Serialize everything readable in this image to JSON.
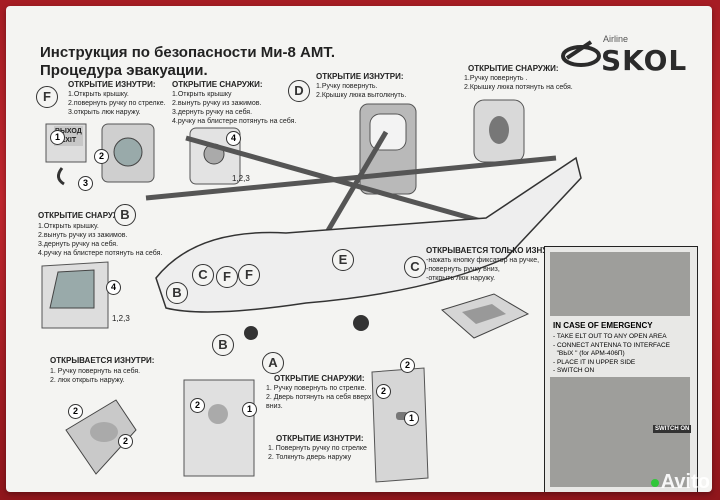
{
  "title": {
    "line1": "Инструкция по безопасности Ми-8 АМТ.",
    "line2": "Процедура эвакуации."
  },
  "logo": {
    "small": "Airline",
    "brand": "SKOL"
  },
  "panels": {
    "f": {
      "letter": "F",
      "header": "ОТКРЫТИЕ ИЗНУТРИ:",
      "text": "1.Открыть крышку.\n2.повернуть ручку по стрелке.\n3.открыть люк наружу.",
      "sign": "ВЫХОД\nEXIT",
      "nums": [
        "1",
        "2",
        "3"
      ]
    },
    "outside_f": {
      "header": "ОТКРЫТИЕ СНАРУЖИ:",
      "text": "1.Открыть крышку\n2.вынуть ручку из зажимов.\n3.дернуть ручку на себя.\n4.ручку на блистере потянуть на себя.",
      "nums": [
        "4",
        "1,2,3"
      ]
    },
    "d": {
      "letter": "D",
      "header": "ОТКРЫТИЕ ИЗНУТРИ:",
      "text": "1.Ручку повернуть.\n2.Крышку люка вытолкнуть."
    },
    "outside_d": {
      "header": "ОТКРЫТИЕ СНАРУЖИ:",
      "text": "1.Ручку повернуть .\n2.Крышку люка потянуть на себя."
    },
    "b": {
      "letter": "B",
      "header": "ОТКРЫТИЕ СНАРУЖИ:",
      "text": "1.Открыть крышку.\n2.вынуть ручку из зажимов.\n3.дернуть ручку на себя.\n4.ручку на блистере потянуть на себя.",
      "nums": [
        "4",
        "1,2,3"
      ]
    },
    "c": {
      "letter": "C",
      "header": "ОТКРЫВАЕТСЯ ТОЛЬКО ИЗНУТРИ:",
      "text": "-нажать кнопку фиксатор на ручке,\n-повернуть ручку вниз,\n-открыть люк наружу."
    },
    "inside_e": {
      "header": "ОТКРЫВАЕТСЯ ИЗНУТРИ:",
      "text": "1. Ручку повернуть на себя.\n2. люк открыть наружу.",
      "nums": [
        "2",
        "2"
      ]
    },
    "a": {
      "letter": "A",
      "header_out": "ОТКРЫТИЕ СНАРУЖИ:",
      "text_out": "1. Ручку повернуть по стрелке.\n2. Дверь потянуть на себя вверх\nвниз.",
      "header_in": "ОТКРЫТИЕ ИЗНУТРИ:",
      "text_in": "1. Повернуть ручку по стрелке\n2. Толкнуть дверь наружу",
      "nums": [
        "2",
        "1",
        "2",
        "2",
        "1"
      ]
    }
  },
  "heli_labels": [
    "B",
    "C",
    "F",
    "F",
    "E",
    "B"
  ],
  "emergency": {
    "header": "IN CASE OF EMERGENCY",
    "text": "- TAKE ELT OUT TO ANY OPEN AREA\n- CONNECT ANTENNA TO INTERFACE\n  \"ВЫХ \" (for АРМ-406П)\n- PLACE IT IN UPPER SIDE\n- SWITCH ON",
    "switch_label": "SWITCH ON"
  },
  "watermark": "Avito",
  "colors": {
    "background": "#b8232a",
    "card": "#f4f4f2",
    "ink": "#222222"
  }
}
